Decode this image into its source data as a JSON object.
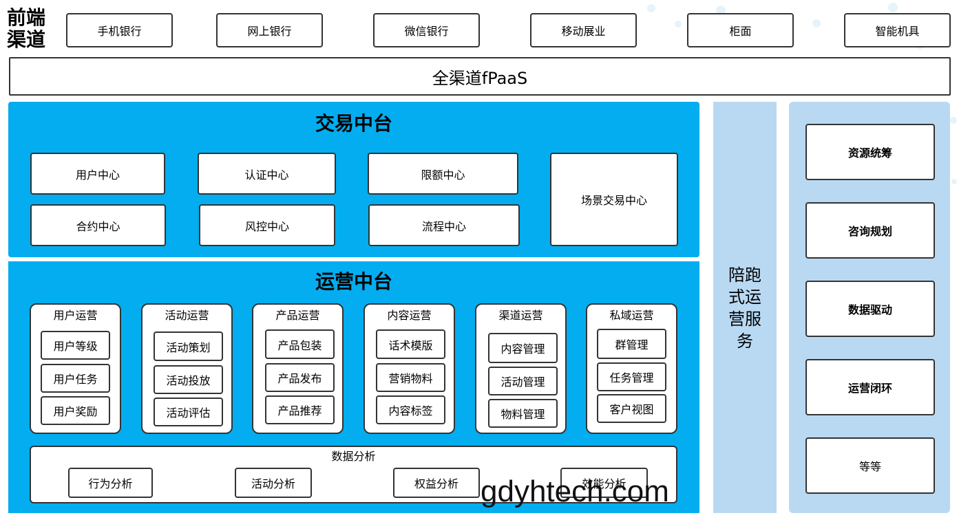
{
  "front_channels": {
    "label_line1": "前端",
    "label_line2": "渠道",
    "items": [
      "手机银行",
      "网上银行",
      "微信银行",
      "移动展业",
      "柜面",
      "智能机具"
    ]
  },
  "fpaas": "全渠道fPaaS",
  "trade_center": {
    "title": "交易中台",
    "items": [
      "用户中心",
      "认证中心",
      "限额中心",
      "合约中心",
      "风控中心",
      "流程中心"
    ],
    "scene": "场景交易中心"
  },
  "ops_center": {
    "title": "运营中台",
    "groups": [
      {
        "title": "用户运营",
        "items": [
          "用户等级",
          "用户任务",
          "用户奖励"
        ]
      },
      {
        "title": "活动运营",
        "items": [
          "活动策划",
          "活动投放",
          "活动评估"
        ]
      },
      {
        "title": "产品运营",
        "items": [
          "产品包装",
          "产品发布",
          "产品推荐"
        ]
      },
      {
        "title": "内容运营",
        "items": [
          "话术模版",
          "营销物料",
          "内容标签"
        ]
      },
      {
        "title": "渠道运营",
        "items": [
          "内容管理",
          "活动管理",
          "物料管理"
        ]
      },
      {
        "title": "私域运营",
        "items": [
          "群管理",
          "任务管理",
          "客户视图"
        ]
      }
    ],
    "analysis": {
      "title": "数据分析",
      "items": [
        "行为分析",
        "活动分析",
        "权益分析",
        "效能分析"
      ]
    }
  },
  "companion": {
    "lines": [
      "陪跑",
      "式运",
      "营服",
      "务"
    ]
  },
  "right_column": {
    "items": [
      "资源统筹",
      "咨询规划",
      "数据驱动",
      "运营闭环",
      "等等"
    ]
  },
  "watermark": "gdyhtech.com",
  "colors": {
    "primary_blue": "#03adef",
    "light_blue": "#b9d9f3",
    "border": "#333333"
  }
}
